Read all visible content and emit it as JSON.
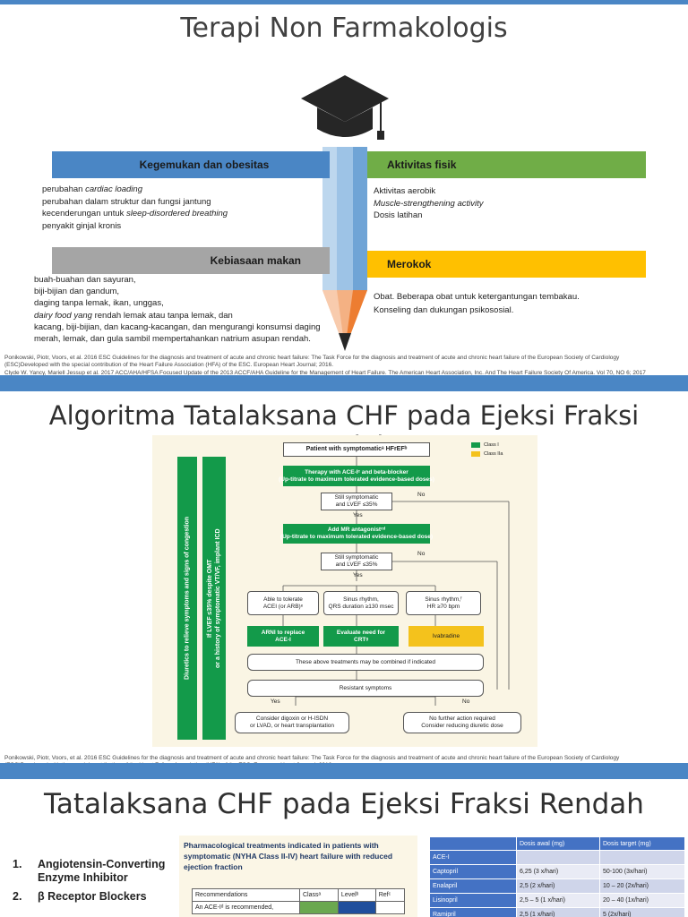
{
  "slide1": {
    "title": "Terapi Non Farmakologis",
    "cat1": {
      "title": "Kegemukan dan obesitas",
      "items": [
        {
          "pre": "perubahan ",
          "it": "cardiac loading",
          "post": ""
        },
        {
          "pre": "perubahan dalam struktur dan fungsi jantung",
          "it": "",
          "post": ""
        },
        {
          "pre": "kecenderungan untuk ",
          "it": "sleep-disordered breathing",
          "post": ""
        },
        {
          "pre": "penyakit ginjal kronis",
          "it": "",
          "post": ""
        }
      ]
    },
    "cat2": {
      "title": "Aktivitas fisik",
      "items": [
        {
          "pre": "Aktivitas aerobik",
          "it": "",
          "post": ""
        },
        {
          "pre": "",
          "it": "Muscle-strengthening activity",
          "post": ""
        },
        {
          "pre": "Dosis latihan",
          "it": "",
          "post": ""
        }
      ]
    },
    "cat3": {
      "title": "Kebiasaan makan",
      "items": [
        {
          "pre": "buah-buahan dan sayuran,",
          "it": "",
          "post": ""
        },
        {
          "pre": "biji-bijian dan gandum,",
          "it": "",
          "post": ""
        },
        {
          "pre": "daging tanpa lemak, ikan, unggas,",
          "it": "",
          "post": ""
        },
        {
          "pre": "",
          "it": "dairy food yang",
          "post": " rendah lemak atau tanpa lemak, dan"
        },
        {
          "pre": "kacang, biji-bijian, dan kacang-kacangan, dan mengurangi konsumsi daging",
          "it": "",
          "post": ""
        },
        {
          "pre": "merah, lemak, dan gula sambil mempertahankan natrium asupan rendah.",
          "it": "",
          "post": ""
        }
      ]
    },
    "cat4": {
      "title": "Merokok",
      "items": [
        {
          "pre": "Obat. Beberapa obat untuk ketergantungan tembakau.",
          "it": "",
          "post": ""
        },
        {
          "pre": "Konseling dan dukungan psikososial.",
          "it": "",
          "post": ""
        }
      ]
    },
    "cite1": "Ponikowski, Piotr, Voors, et al. 2016 ESC Guidelines for the diagnosis and treatment of acute and chronic heart failure: The Task Force for the diagnosis and treatment of acute and chronic heart failure of the European Society of Cardiology (ESC)Developed with the special contribution of the Heart Failure Association (HFA) of the ESC. European Heart Journal; 2016.",
    "cite2": "Clyde W. Yancy, Mariell Jessup et al. 2017 ACC/AHA/HFSA Focused Update of the 2013 ACCF/AHA Guideline for the Management of Heart Failure. The American Heart Association, Inc. And The Heart Failure Society Of America. Vol 70, NO 6; 2017"
  },
  "slide2": {
    "title": "Algoritma Tatalaksana CHF pada Ejeksi Fraksi Rendah",
    "legend": [
      "Class I",
      "Class IIa"
    ],
    "start": "Patient with symptomaticᵃ HFrEFᵇ",
    "therapy": "Therapy with ACE-Iᶜ and beta-blocker\n(Up-titrate to maximum tolerated evidence-based doses)",
    "still1": "Still symptomatic\nand LVEF ≤35%",
    "no": "No",
    "yes": "Yes",
    "mra": "Add MR antagonistᶜᵈ\n(Up-titrate to maximum tolerated evidence-based dose)",
    "still2": "Still symptomatic\nand LVEF ≤35%",
    "opt1": "Able to tolerate\nACEI (or ARB)ᵉ",
    "opt2": "Sinus rhythm,\nQRS duration ≥130 msec",
    "opt3": "Sinus rhythm,ᶠ\nHR ≥70 bpm",
    "arni": "ARNI to replace\nACE-I",
    "crt": "Evaluate need for\nCRTᵍ",
    "ivab": "Ivabradine",
    "combine": "These above treatments may be combined if indicated",
    "resistant": "Resistant symptoms",
    "yes2": "Yes",
    "no2": "No",
    "digoxin": "Consider digoxin or H-ISDN\nor LVAD, or heart transplantation",
    "nofurther": "No further action required\nConsider reducing diuretic dose",
    "vbar1": "Diuretics to relieve symptoms and signs of congestion",
    "vbar2": "If LVEF ≤35% despite OMT\nor a history of symptomatic VT/VF, implant ICD",
    "cite": "Ponikowski, Piotr, Voors, et al. 2016 ESC Guidelines for the diagnosis and treatment of acute and chronic heart failure: The Task Force for the diagnosis and treatment of acute and chronic heart failure of the European Society of Cardiology (ESC)Developed with the special contribution of the Heart Failure Association (HFA) of the ESC. European Heart Journal; 2016."
  },
  "slide3": {
    "title": "Tatalaksana CHF pada Ejeksi Fraksi Rendah",
    "list": [
      {
        "num": "1.",
        "text": "Angiotensin-Converting Enzyme Inhibitor"
      },
      {
        "num": "2.",
        "text": "β Receptor Blockers"
      }
    ],
    "panel_title": "Pharmacological treatments indicated in patients with symptomatic (NYHA Class II-IV) heart failure with reduced ejection fraction",
    "panel_headers": [
      "Recommendations",
      "Classᵃ",
      "Levelᵇ",
      "Refᶜ"
    ],
    "panel_row": "An ACE-Iᵈ is recommended,",
    "table_headers": [
      "",
      "Dosis awal (mg)",
      "Dosis target (mg)"
    ],
    "table_rows": [
      [
        "ACE-I",
        "",
        ""
      ],
      [
        "Captopril",
        "6,25 (3 x/hari)",
        "50-100 (3x/hari)"
      ],
      [
        "Enalapril",
        "2,5 (2 x/hari)",
        "10 – 20 (2x/hari)"
      ],
      [
        "Lisinopril",
        "2,5 – 5 (1 x/hari)",
        "20 – 40 (1x/hari)"
      ],
      [
        "Ramipril",
        "2,5 (1 x/hari)",
        "5 (2x/hari)"
      ]
    ]
  },
  "colors": {
    "blue": "#4a86c5",
    "green": "#70ad47",
    "gray": "#a5a5a5",
    "yellow": "#ffc000",
    "fcgreen": "#139a4a"
  }
}
